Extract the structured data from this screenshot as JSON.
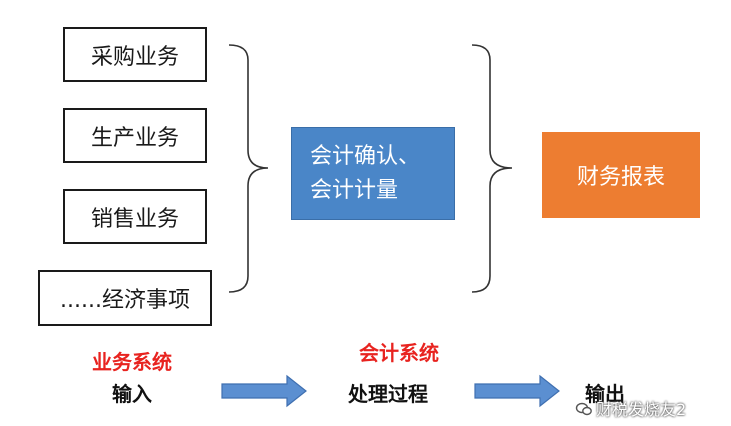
{
  "business_items": [
    "采购业务",
    "生产业务",
    "销售业务",
    "......经济事项"
  ],
  "process_box": {
    "line1": "会计确认、",
    "line2": "会计计量"
  },
  "output_box": "财务报表",
  "labels": {
    "business_system": "业务系统",
    "input": "输入",
    "accounting_system": "会计系统",
    "processing": "处理过程",
    "output": "输出"
  },
  "watermark": "财税发烧友2",
  "colors": {
    "process_blue": "#4a86c8",
    "report_orange": "#ed7d31",
    "label_red": "#e8231f",
    "arrow_blue": "#5b8fd1"
  }
}
